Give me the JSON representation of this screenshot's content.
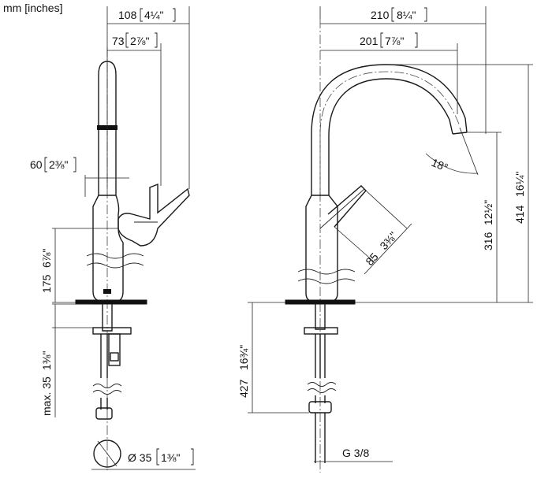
{
  "units_label": "mm [inches]",
  "dimensions": {
    "d108": "108",
    "d108_in": "4¼\"",
    "d73": "73",
    "d73_in": "2⅞\"",
    "d60": "60",
    "d60_in": "2⅜\"",
    "d175": "175",
    "d175_in": "6⅞\"",
    "dmax35": "max. 35",
    "dmax35_in": "1⅜\"",
    "dia35": "Ø 35",
    "dia35_in": "1⅜\"",
    "d210": "210",
    "d210_in": "8¼\"",
    "d201": "201",
    "d201_in": "7⅞\"",
    "angle": "18°",
    "d414": "414",
    "d414_in": "16¼\"",
    "d316": "316",
    "d316_in": "12½\"",
    "d85": "85",
    "d85_in": "3⅜\"",
    "d427": "427",
    "d427_in": "16¾\"",
    "thread": "G 3/8"
  }
}
